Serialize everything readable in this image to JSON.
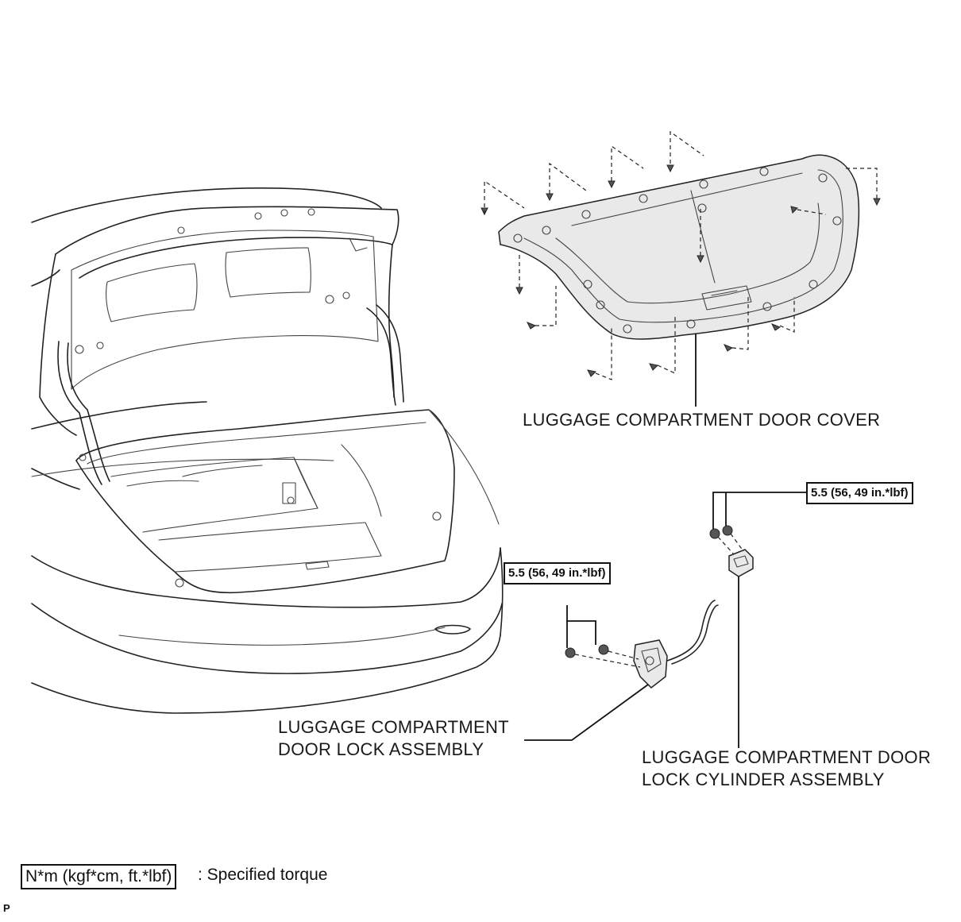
{
  "labels": {
    "door_cover": "LUGGAGE COMPARTMENT DOOR COVER",
    "door_lock_line1": "LUGGAGE COMPARTMENT",
    "door_lock_line2": "DOOR LOCK ASSEMBLY",
    "lock_cylinder_line1": "LUGGAGE COMPARTMENT DOOR",
    "lock_cylinder_line2": "LOCK CYLINDER ASSEMBLY"
  },
  "torque": {
    "lock_cylinder": "5.5 (56, 49 in.*lbf)",
    "door_lock": "5.5 (56, 49 in.*lbf)"
  },
  "legend": {
    "unit_box": "N*m (kgf*cm, ft.*lbf)",
    "description": ": Specified torque"
  },
  "corner_mark": "P"
}
